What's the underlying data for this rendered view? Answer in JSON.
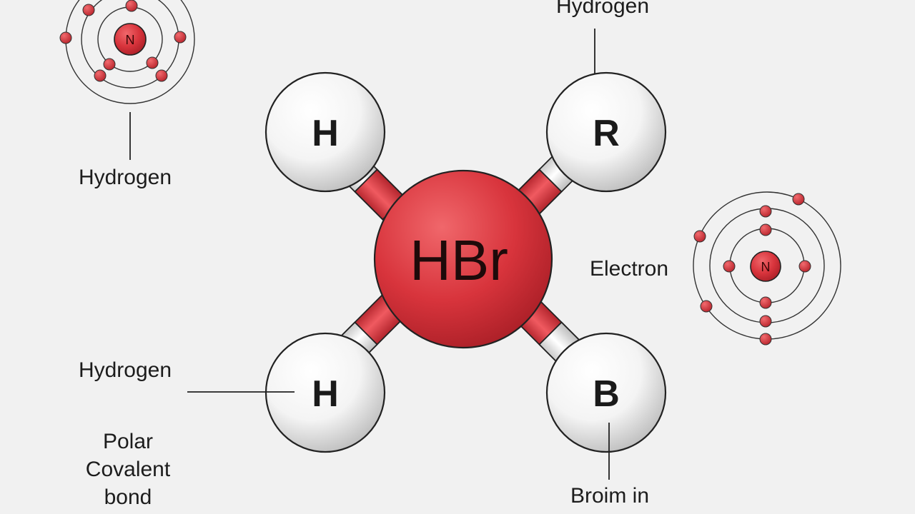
{
  "labels": {
    "hydrogen_top_left": "Hydrogen",
    "hydrogen_top_right": "Hydrogen",
    "hydrogen_bottom_left": "Hydrogen",
    "electron": "Electron",
    "polar_line1": "Polar",
    "polar_line2": "Covalent",
    "polar_line3": "bond",
    "bromine": "Broim in"
  },
  "molecule": {
    "center": "HBr",
    "atom_top_left": "H",
    "atom_top_right": "R",
    "atom_bottom_left": "H",
    "atom_bottom_right": "B"
  },
  "atom_models": {
    "top_left_nucleus": "N",
    "right_nucleus": "N"
  },
  "colors": {
    "background": "#f1f1f1",
    "center_red": "#d8343c",
    "electron_red": "#d8343c",
    "atom_white": "#ffffff",
    "outline": "#222222"
  }
}
